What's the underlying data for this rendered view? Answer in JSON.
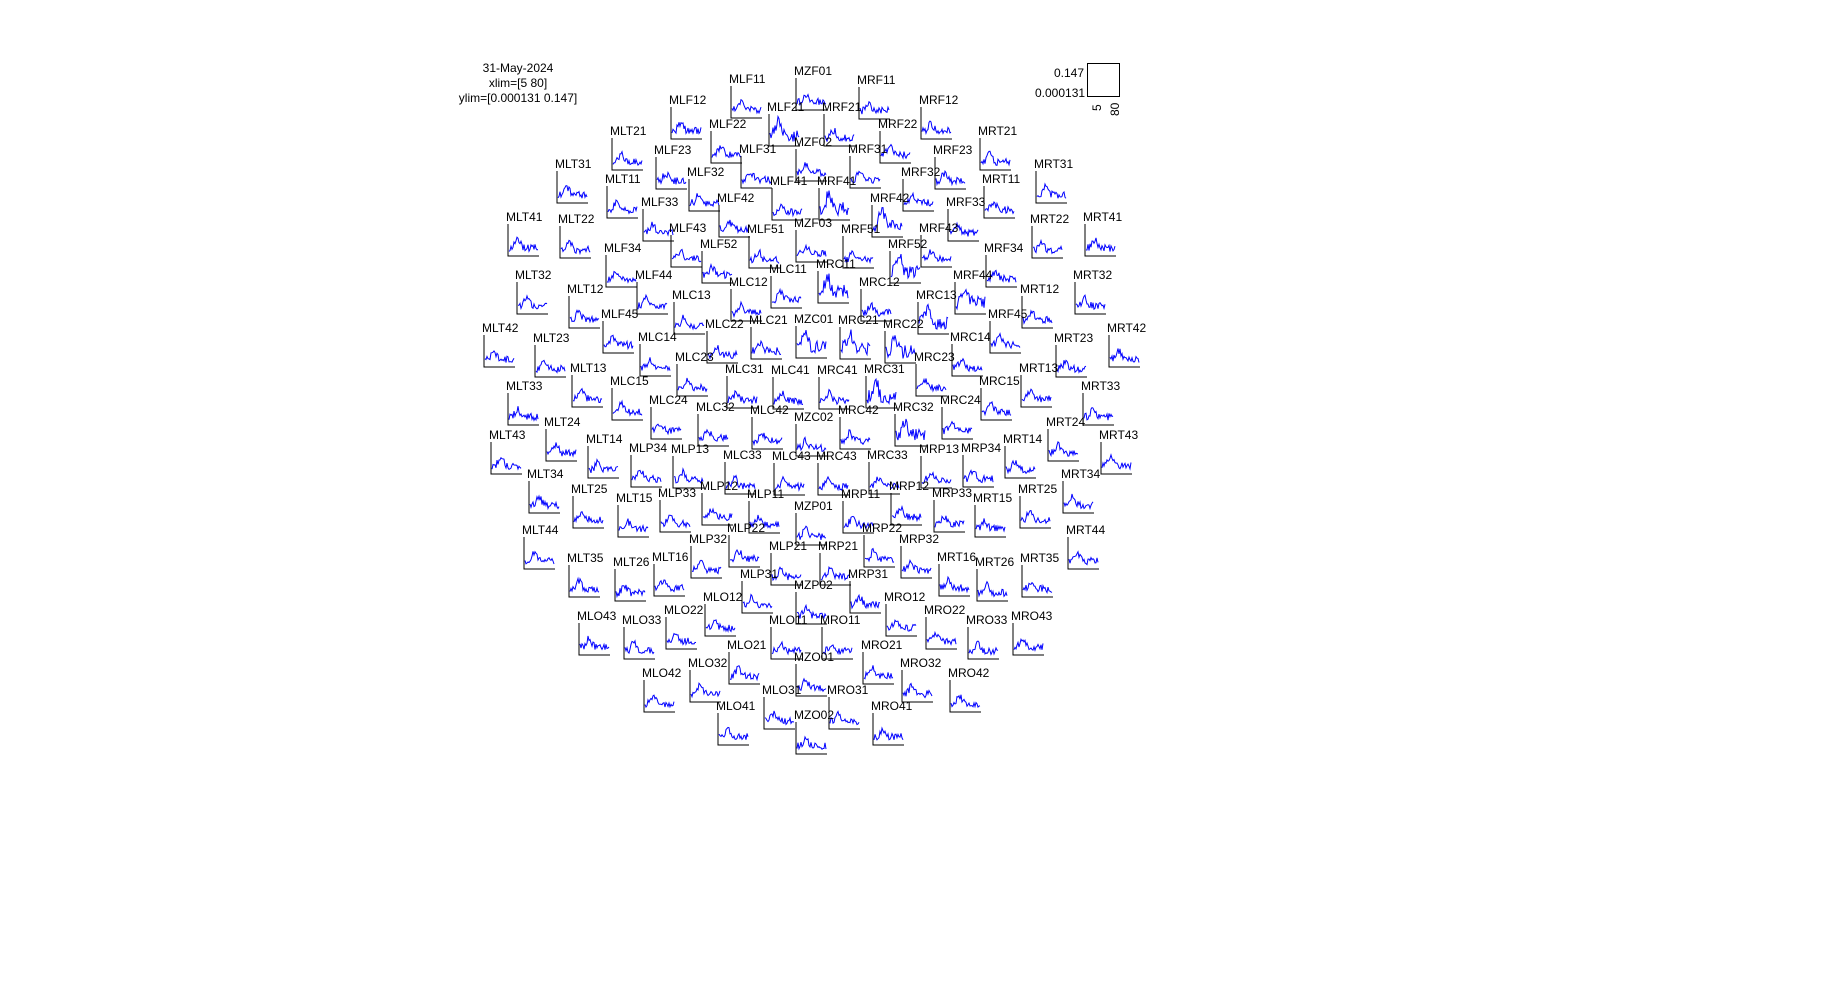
{
  "header": {
    "date": "31-May-2024",
    "xlim": "xlim=[5 80]",
    "ylim": "ylim=[0.000131 0.147]"
  },
  "scale": {
    "ymax": "0.147",
    "ymin": "0.000131",
    "xmin": "5",
    "xmax": "80"
  },
  "colors": {
    "trace": "#0000ff",
    "axes": "#000000"
  },
  "chart_data": {
    "type": "line",
    "title": "",
    "xlim": [
      5,
      80
    ],
    "ylim": [
      0.000131,
      0.147
    ],
    "channels": [
      "MZF01",
      "MLF11",
      "MRF11",
      "MLF12",
      "MRF12",
      "MLF21",
      "MRF21",
      "MLF22",
      "MRF22",
      "MLT21",
      "MRT21",
      "MZF02",
      "MLF31",
      "MRF31",
      "MLF23",
      "MRF23",
      "MLT31",
      "MRT31",
      "MLF32",
      "MRF32",
      "MLT11",
      "MRT11",
      "MLF41",
      "MRF41",
      "MLF33",
      "MRF33",
      "MLF42",
      "MRF42",
      "MLT41",
      "MRT41",
      "MLT22",
      "MRT22",
      "MZF03",
      "MLF43",
      "MRF43",
      "MLF51",
      "MRF51",
      "MLF52",
      "MRF52",
      "MLF34",
      "MRF34",
      "MLC11",
      "MRC11",
      "MLT32",
      "MRT32",
      "MLF44",
      "MRF44",
      "MLC12",
      "MRC12",
      "MLT12",
      "MRT12",
      "MLC13",
      "MRC13",
      "MLF45",
      "MRF45",
      "MLC21",
      "MRC21",
      "MZC01",
      "MLC22",
      "MRC22",
      "MLT42",
      "MRT42",
      "MLT23",
      "MRT23",
      "MLC14",
      "MRC14",
      "MLC23",
      "MRC23",
      "MLT13",
      "MRT13",
      "MLC31",
      "MRC31",
      "MLC41",
      "MRC41",
      "MLT33",
      "MRT33",
      "MLC15",
      "MRC15",
      "MLC24",
      "MRC24",
      "MLC32",
      "MRC32",
      "MLC42",
      "MRC42",
      "MZC02",
      "MLT24",
      "MRT24",
      "MLT43",
      "MRT43",
      "MLT14",
      "MRT14",
      "MLP34",
      "MRP34",
      "MLP13",
      "MRP13",
      "MLC33",
      "MRC33",
      "MLC43",
      "MRC43",
      "MLT34",
      "MRT34",
      "MLP12",
      "MRP12",
      "MLP11",
      "MRP11",
      "MLT25",
      "MRT25",
      "MLP33",
      "MRP33",
      "MLT15",
      "MRT15",
      "MZP01",
      "MLP22",
      "MRP22",
      "MLT44",
      "MRT44",
      "MLP32",
      "MRP32",
      "MLP21",
      "MRP21",
      "MLT35",
      "MRT35",
      "MLT26",
      "MRT26",
      "MLT16",
      "MRT16",
      "MLP31",
      "MRP31",
      "MZP02",
      "MLO12",
      "MRO12",
      "MLO22",
      "MRO22",
      "MLO43",
      "MRO43",
      "MLO33",
      "MRO33",
      "MLO11",
      "MRO11",
      "MLO21",
      "MRO21",
      "MZO01",
      "MLO32",
      "MRO32",
      "MLO42",
      "MRO42",
      "MLO31",
      "MRO31",
      "MLO41",
      "MRO41",
      "MZO02"
    ],
    "ylabel": "",
    "xlabel": ""
  }
}
